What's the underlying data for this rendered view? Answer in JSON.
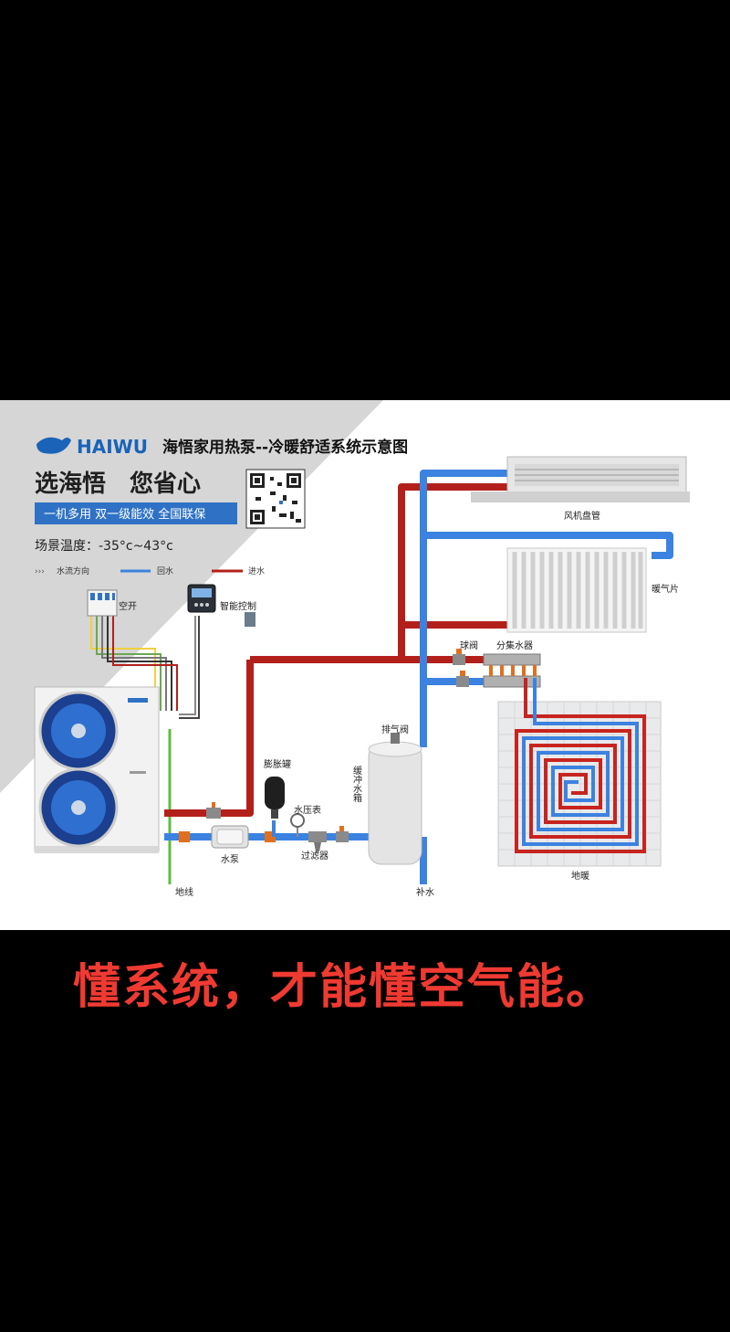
{
  "brand": {
    "logo_text": "HAIWU",
    "title": "海悟家用热泵--冷暖舒适系统示意图"
  },
  "slogan": "选海悟　您省心",
  "features_banner": "一机多用  双一级能效  全国联保",
  "scene_temperature": "场景温度：-35°c~43°c",
  "legend": {
    "flow_direction": "水流方向",
    "return_water": "回水",
    "supply_water": "进水"
  },
  "labels": {
    "breaker": "空开",
    "smart_control": "智能控制",
    "fan_coil": "风机盘管",
    "radiator": "暖气片",
    "ball_valve": "球阀",
    "manifold": "分集水器",
    "exhaust_valve": "排气阀",
    "expansion_tank": "膨胀罐",
    "pressure_gauge": "水压表",
    "buffer_tank": "缓冲水箱",
    "filter": "过滤器",
    "water_pump": "水泵",
    "ground_wire": "地线",
    "makeup_water": "补水",
    "floor_heating": "地暖"
  },
  "caption": "懂系统，才能懂空气能。",
  "colors": {
    "supply_pipe": "#b3201c",
    "return_pipe": "#3c82e0",
    "caption_red": "#ef3a32",
    "brand_blue": "#1a63b8",
    "banner_blue": "#2f72c5"
  }
}
